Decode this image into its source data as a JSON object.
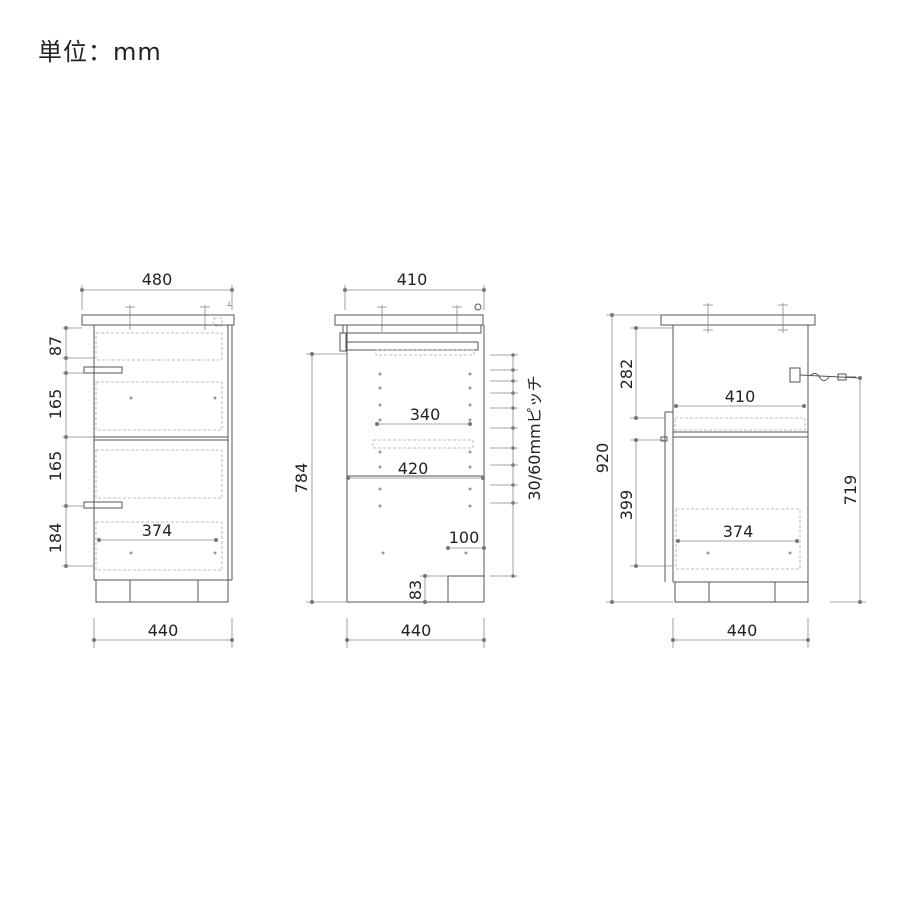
{
  "unit_label": "単位：mm",
  "views": {
    "left": {
      "top_width": "480",
      "bottom_width": "440",
      "drawer_heights": [
        "87",
        "165",
        "165",
        "184"
      ],
      "inner_width": "374"
    },
    "middle": {
      "top_width": "410",
      "bottom_width": "440",
      "height": "784",
      "shelf_width_upper": "340",
      "shelf_width_lower": "420",
      "pitch_label": "30/60mmピッチ",
      "notch_width": "100",
      "notch_height": "83"
    },
    "right": {
      "bottom_width": "440",
      "total_height": "920",
      "upper_height": "282",
      "lower_height": "399",
      "right_height": "719",
      "upper_inner_width": "410",
      "lower_inner_width": "374"
    }
  }
}
